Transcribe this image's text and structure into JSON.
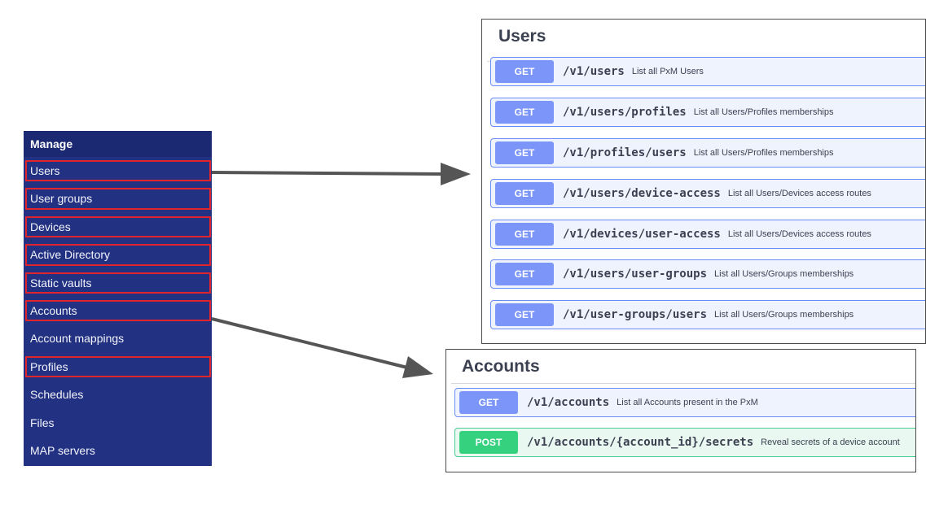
{
  "sidebar": {
    "title": "Manage",
    "items": [
      {
        "label": "Users",
        "highlighted": true
      },
      {
        "label": "User groups",
        "highlighted": true
      },
      {
        "label": "Devices",
        "highlighted": true
      },
      {
        "label": "Active Directory",
        "highlighted": true
      },
      {
        "label": "Static vaults",
        "highlighted": true
      },
      {
        "label": "Accounts",
        "highlighted": true
      },
      {
        "label": "Account mappings",
        "highlighted": false
      },
      {
        "label": "Profiles",
        "highlighted": true
      },
      {
        "label": "Schedules",
        "highlighted": false
      },
      {
        "label": "Files",
        "highlighted": false
      },
      {
        "label": "MAP servers",
        "highlighted": false
      }
    ]
  },
  "users_panel": {
    "title": "Users",
    "operations": [
      {
        "method": "GET",
        "path": "/v1/users",
        "description": "List all PxM Users"
      },
      {
        "method": "GET",
        "path": "/v1/users/profiles",
        "description": "List all Users/Profiles memberships"
      },
      {
        "method": "GET",
        "path": "/v1/profiles/users",
        "description": "List all Users/Profiles memberships"
      },
      {
        "method": "GET",
        "path": "/v1/users/device-access",
        "description": "List all Users/Devices access routes"
      },
      {
        "method": "GET",
        "path": "/v1/devices/user-access",
        "description": "List all Users/Devices access routes"
      },
      {
        "method": "GET",
        "path": "/v1/users/user-groups",
        "description": "List all Users/Groups memberships"
      },
      {
        "method": "GET",
        "path": "/v1/user-groups/users",
        "description": "List all Users/Groups memberships"
      }
    ]
  },
  "accounts_panel": {
    "title": "Accounts",
    "operations": [
      {
        "method": "GET",
        "path": "/v1/accounts",
        "description": "List all Accounts present in the PxM"
      },
      {
        "method": "POST",
        "path": "/v1/accounts/{account_id}/secrets",
        "description": "Reveal secrets of a device account"
      }
    ]
  },
  "colors": {
    "sidebar_bg": "#223182",
    "highlight_border": "#e0242b",
    "get_accent": "#7c95f9",
    "post_accent": "#36d17f",
    "arrow": "#555555"
  }
}
